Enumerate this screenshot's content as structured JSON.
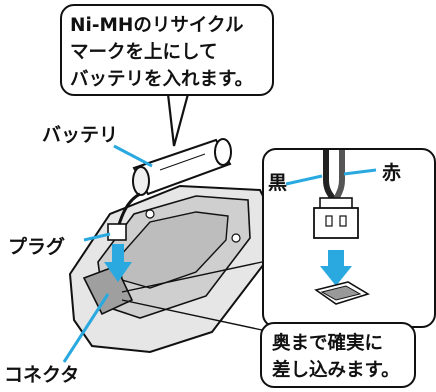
{
  "callout_top": {
    "lines": [
      "Ni-MHのリサイクル",
      "マークを上にして",
      "バッテリを入れます。"
    ]
  },
  "labels": {
    "battery": "バッテリ",
    "plug": "プラグ",
    "connector": "コネクタ",
    "black": "黒",
    "red": "赤"
  },
  "callout_bottom": {
    "lines": [
      "奥まで確実に",
      "差し込みます。"
    ]
  },
  "colors": {
    "accent_cyan": "#29a9df",
    "outline": "#111111",
    "device_gray": "#d9d9d9"
  }
}
